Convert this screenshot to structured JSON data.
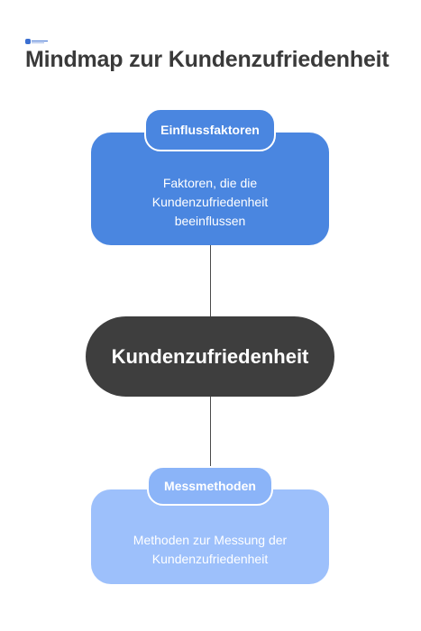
{
  "title": "Mindmap zur Kundenzufriedenheit",
  "logo_icon": "brand-logo",
  "colors": {
    "top_box": "#4a86e0",
    "bottom_box": "#9dc0fb",
    "center_node": "#3e3e3e",
    "title_text": "#3a3a3a",
    "connector": "#4a4a4a"
  },
  "center_node": {
    "label": "Kundenzufriedenheit"
  },
  "branches": [
    {
      "label": "Einflussfaktoren",
      "description": "Faktoren, die die Kundenzufriedenheit beeinflussen"
    },
    {
      "label": "Messmethoden",
      "description": "Methoden zur Messung der Kundenzufriedenheit"
    }
  ]
}
